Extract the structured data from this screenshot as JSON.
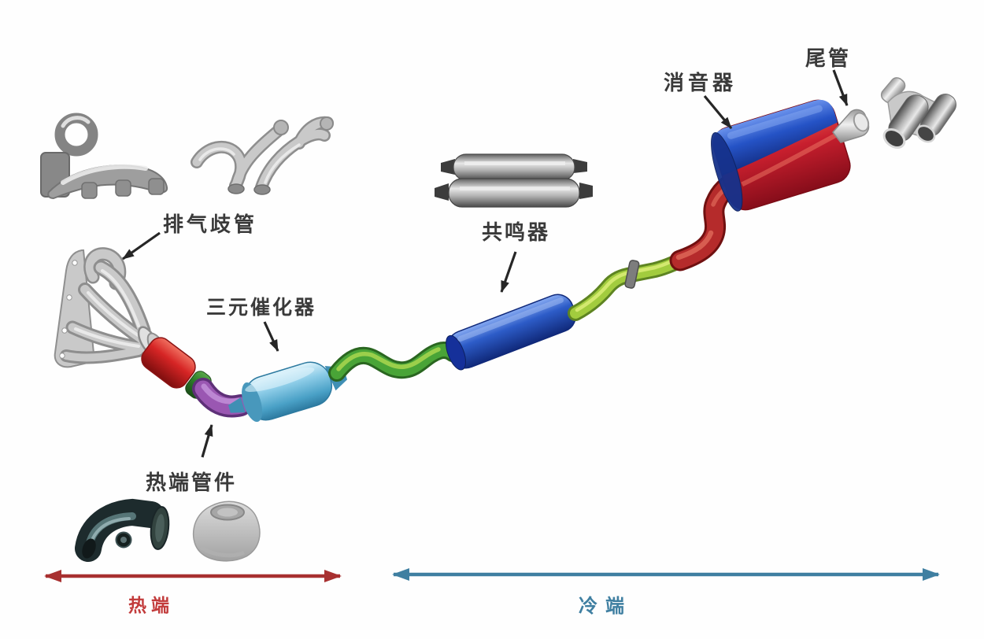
{
  "diagram": {
    "type": "automotive-exhaust-system",
    "labels": {
      "exhaust_manifold": "排气歧管",
      "catalytic_converter": "三元催化器",
      "resonator": "共鸣器",
      "muffler": "消音器",
      "tail_pipe": "尾管",
      "hot_end_fittings": "热端管件",
      "hot_end": "热端",
      "cold_end": "冷端"
    },
    "colors": {
      "label_text": "#3a3a3a",
      "hot_end_text": "#c23b3b",
      "cold_end_text": "#3f7fa1",
      "hot_arrow": "#a83030",
      "cold_arrow": "#3f7fa1",
      "pointer_arrow": "#262626",
      "flex_pipe_red": "#d62525",
      "gasket_green": "#2e7e2a",
      "hot_pipe_purple": "#9a55b0",
      "catalytic_blue": "#7cc4e2",
      "mid_pipe_green": "#49a437",
      "resonator_blue": "#2d5cc8",
      "rear_pipe_yellow_green": "#a2cc3e",
      "s_pipe_red": "#b52b2b",
      "muffler_blue": "#2553c6",
      "muffler_red": "#c81f2e",
      "steel_gray": "#b5b5b5"
    }
  }
}
